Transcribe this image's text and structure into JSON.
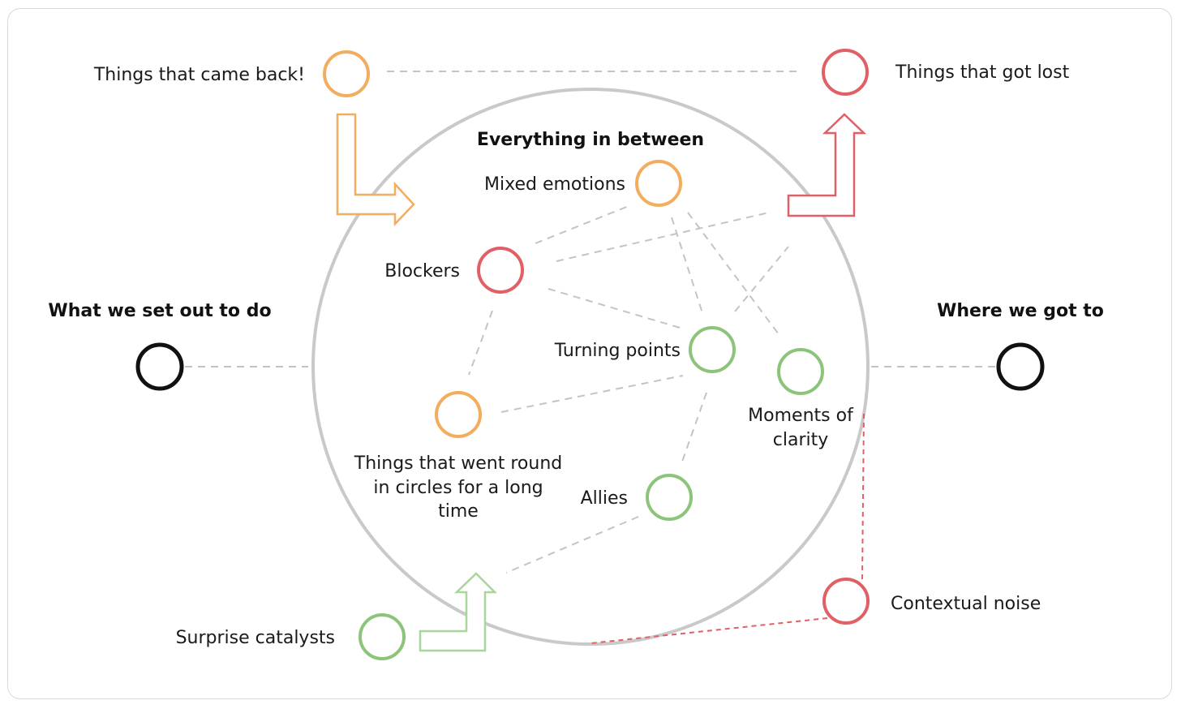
{
  "colors": {
    "orange": "#f2ad5e",
    "red": "#e06066",
    "green": "#8cc47a",
    "light_green": "#a9d69b",
    "black": "#111111",
    "circle_outline": "#c9c9c9",
    "dashed_connector": "#c4c4c4"
  },
  "diagram": {
    "center_title": "Everything in between",
    "start_label": "What we set out to do",
    "end_label": "Where we got to",
    "nodes": {
      "came_back": "Things that came back!",
      "got_lost": "Things that got lost",
      "mixed_emotions": "Mixed emotions",
      "blockers": "Blockers",
      "turning_points": "Turning points",
      "moments_of_clarity": [
        "Moments of",
        "clarity"
      ],
      "went_round": [
        "Things that went round",
        "in circles for a long",
        "time"
      ],
      "allies": "Allies",
      "surprise_catalysts": "Surprise catalysts",
      "contextual_noise": "Contextual noise"
    }
  }
}
